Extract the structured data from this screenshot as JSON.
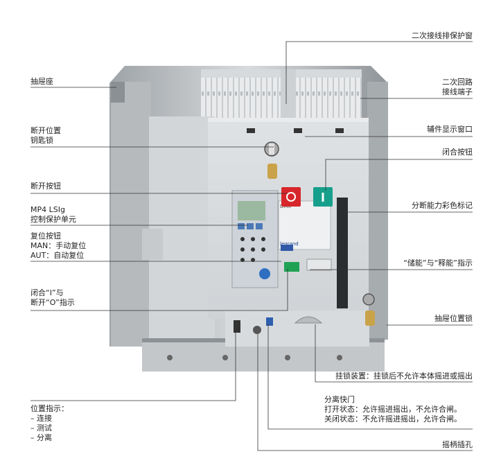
{
  "labels": {
    "secondary_wiring_cover": "二次接线排保护窗",
    "drawer_base": "抽屉座",
    "secondary_circuit_l1": "二次回路",
    "secondary_circuit_l2": "接线端子",
    "aux_display_window": "辅件显示窗口",
    "open_position_key_l1": "断开位置",
    "open_position_key_l2": "钥匙锁",
    "close_button": "闭合按钮",
    "open_button": "断开按钮",
    "breaking_color_mark": "分断能力彩色标记",
    "mp4_l1": "MP4 LSIg",
    "mp4_l2": "控制保护单元",
    "reset_l1": "复位按钮",
    "reset_l2": "MAN：手动复位",
    "reset_l3": "AUT：自动复位",
    "charged_indicator": "“储能”与“释能”指示",
    "close_open_l1": "闭合“I”与",
    "close_open_l2": "断开“O”指示",
    "drawer_position_lock": "抽屉位置锁",
    "padlock_device": "挂锁装置：挂锁后不允许本体摇进或摇出",
    "shutter_l1": "分离快门",
    "shutter_l2": "打开状态：允许摇进摇出，不允许合闸。",
    "shutter_l3": "关闭状态：不允许摇进摇出，允许合闸。",
    "position_l1": "位置指示：",
    "position_l2": "– 连接",
    "position_l3": "– 测试",
    "position_l4": "– 分离",
    "crank_hole": "摇柄插孔"
  },
  "device_text": {
    "brand": "legrand",
    "model": "DMX"
  },
  "colors": {
    "open_button": "#d7262b",
    "close_button": "#16a08c",
    "indicator_green": "#1fa254",
    "lcd": "#9bb8a0",
    "leader_line": "#333333"
  }
}
